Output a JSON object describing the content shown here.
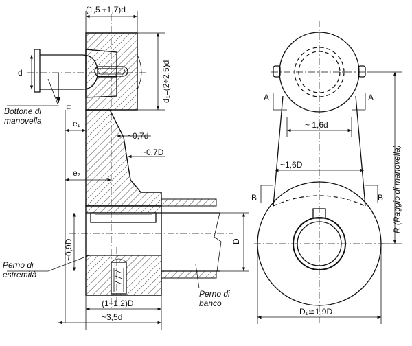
{
  "labels": {
    "top_width": "(1,5 ÷1,7)d",
    "d1": "d₁=(2÷2,5)d",
    "d": "d",
    "F": "F",
    "bottone_1": "Bottone di",
    "bottone_2": "manovella",
    "e1": "e₁",
    "e2": "e₂",
    "t07d": "~0,7d",
    "t07D": "~0,7D",
    "v09D": "~0,9D",
    "D": "D",
    "perno_est_1": "Perno di",
    "perno_est_2": "estremità",
    "perno_banco_1": "Perno di",
    "perno_banco_2": "banco",
    "hub_width": "(1÷1,2)D",
    "total_width": "~3,5d",
    "A_left": "A",
    "A_right": "A",
    "w16d": "~ 1,6d",
    "w16D": "~1,6D",
    "B_left": "B",
    "B_right": "B",
    "R": "R (Raggio di manovella)",
    "D1": "D₁≅1,9D"
  }
}
